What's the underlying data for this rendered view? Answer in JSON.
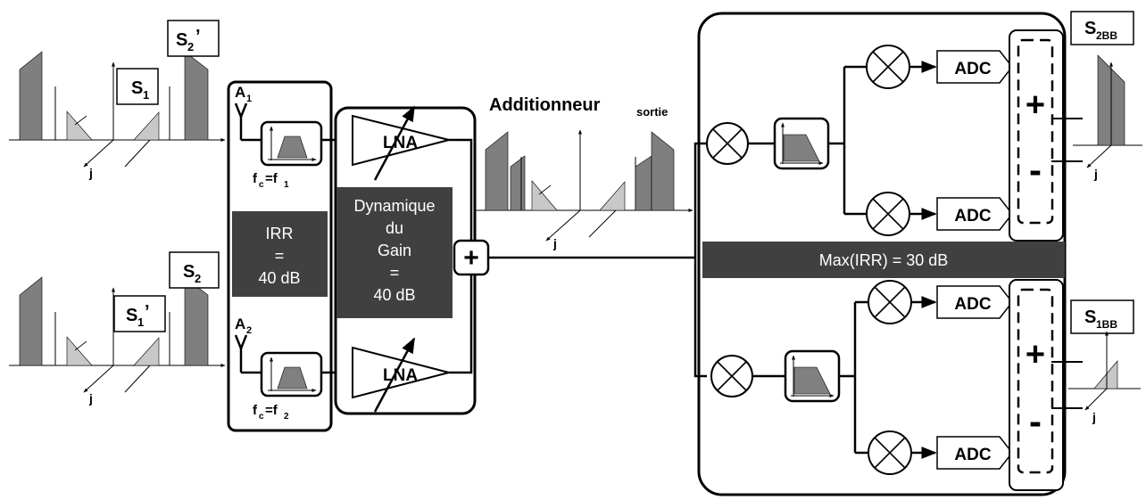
{
  "labels": {
    "s2_prime": "S",
    "s2_prime_sub": "2",
    "s2_prime_mark": "’",
    "s1": "S",
    "s1_sub": "1",
    "s2": "S",
    "s2_sub": "2",
    "s1_prime": "S",
    "s1_prime_sub": "1",
    "s1_prime_mark": "’",
    "s2bb": "S",
    "s2bb_sub": "2BB",
    "s1bb": "S",
    "s1bb_sub": "1BB",
    "axis_j": "j"
  },
  "filters": {
    "a1": "A",
    "a1_sub": "1",
    "a2": "A",
    "a2_sub": "2",
    "fc1_f": "f",
    "fc1_c": "c",
    "fc1_eq": "=f",
    "fc1_n": "1",
    "fc2_f": "f",
    "fc2_c": "c",
    "fc2_eq": "=f",
    "fc2_n": "2"
  },
  "amplifiers": {
    "lna": "LNA"
  },
  "panels": {
    "irr": [
      "IRR",
      "=",
      "40 dB"
    ],
    "gain": [
      "Dynamique",
      "du",
      "Gain",
      "=",
      "40 dB"
    ],
    "max_irr": "Max(IRR) = 30 dB"
  },
  "adder": {
    "symbol": "+",
    "title": "Additionneur",
    "title_sub": "sortie"
  },
  "receiver": {
    "adc": "ADC",
    "plus": "+",
    "minus": "-"
  },
  "colors": {
    "dark_spectrum": "#7f7f7f",
    "light_spectrum": "#c8c8c8",
    "panel": "#404040"
  }
}
